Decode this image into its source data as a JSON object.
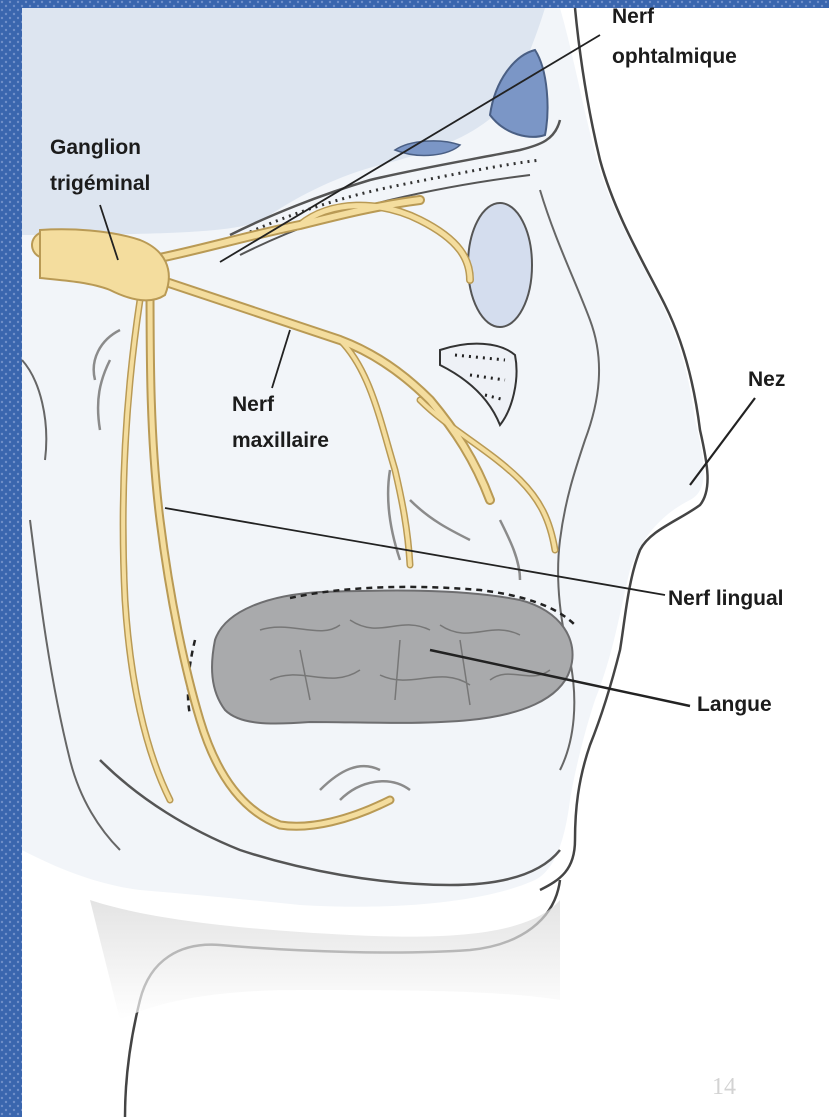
{
  "labels": {
    "ophthalmic_1": "Nerf",
    "ophthalmic_2": "ophtalmique",
    "ganglion_1": "Ganglion",
    "ganglion_2": "trigéminal",
    "maxillary_1": "Nerf",
    "maxillary_2": "maxillaire",
    "nose": "Nez",
    "lingual": "Nerf lingual",
    "tongue": "Langue"
  },
  "page_number": "14",
  "colors": {
    "frame": "#3a66ae",
    "nerve": "#f3dc9c",
    "nerve_outline": "#b99a55",
    "skin_shade": "#eef2f7",
    "sinus": "#d9e2ef",
    "cavity": "#7f98c6",
    "tongue": "#a8a9ab"
  }
}
